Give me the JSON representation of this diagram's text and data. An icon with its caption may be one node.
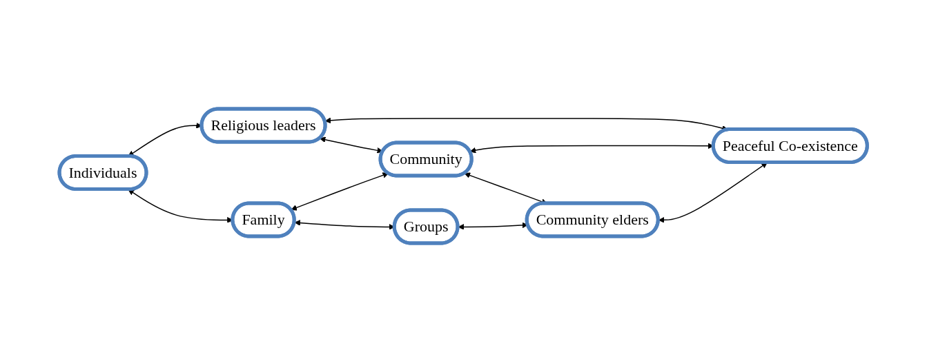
{
  "diagram": {
    "nodes": [
      {
        "text": [
          "Individuals"
        ]
      },
      {
        "text": [
          "Religious leaders"
        ]
      },
      {
        "text": [
          "Peaceful Co-existence"
        ]
      },
      {
        "text": [
          "Community"
        ]
      },
      {
        "text": [
          "Family"
        ]
      },
      {
        "text": [
          "Community elders"
        ]
      },
      {
        "text": [
          "Groups"
        ]
      }
    ],
    "edges": [
      {
        "from": 0,
        "to": 1,
        "arrow": "both"
      },
      {
        "from": 1,
        "to": 3,
        "arrow": "both"
      },
      {
        "from": 1,
        "to": 2,
        "arrow": "both"
      },
      {
        "from": 0,
        "to": 4,
        "arrow": "both"
      },
      {
        "from": 3,
        "to": 2,
        "arrow": "both"
      },
      {
        "from": 4,
        "to": 3,
        "arrow": "both"
      },
      {
        "from": 3,
        "to": 5,
        "arrow": "both"
      },
      {
        "from": 4,
        "to": 6,
        "arrow": "both"
      },
      {
        "from": 6,
        "to": 5,
        "arrow": "both"
      },
      {
        "from": 5,
        "to": 2,
        "arrow": "both"
      }
    ]
  }
}
